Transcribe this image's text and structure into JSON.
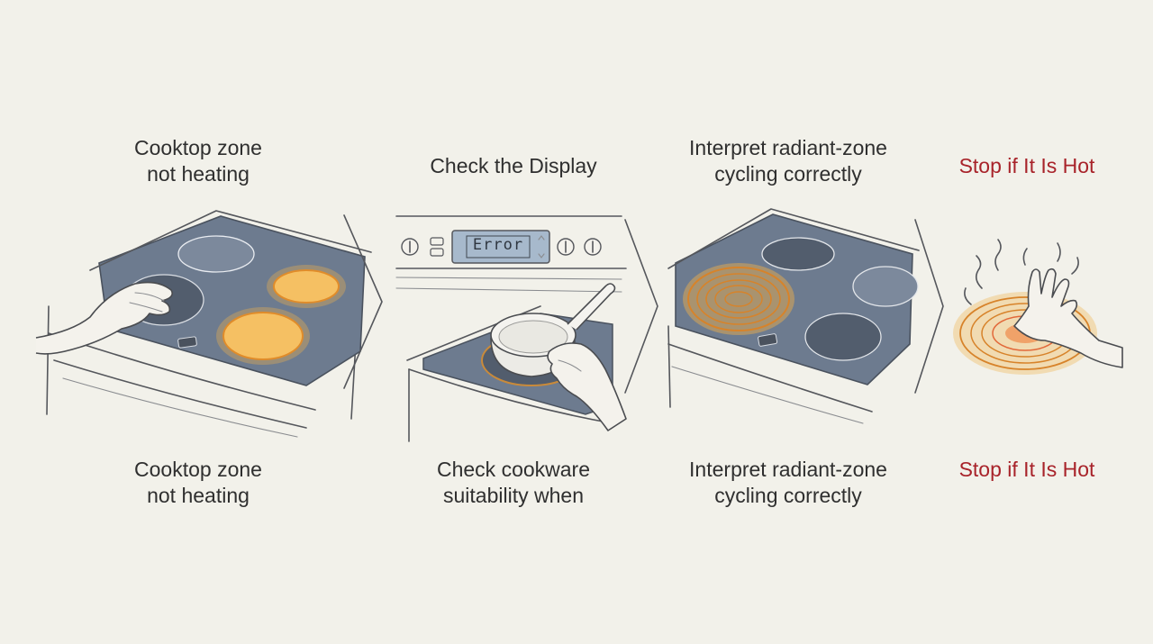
{
  "steps": [
    {
      "title_top": "Cooktop zone\nnot heating",
      "title_bottom": "Cooktop zone\nnot heating"
    },
    {
      "title_top": "Check the Display",
      "title_bottom": "Check cookware\nsuitability when",
      "display_text": "Error"
    },
    {
      "title_top": "Interpret radiant-zone\ncycling correctly",
      "title_bottom": "Interpret radiant-zone\ncycling correctly"
    },
    {
      "title_top": "Stop if It Is Hot",
      "title_bottom": "Stop if It Is Hot"
    }
  ],
  "colors": {
    "background": "#f2f1ea",
    "glass": "#6d7b8f",
    "hot_glow": "#f2b24a",
    "warning_text": "#a8232a"
  }
}
